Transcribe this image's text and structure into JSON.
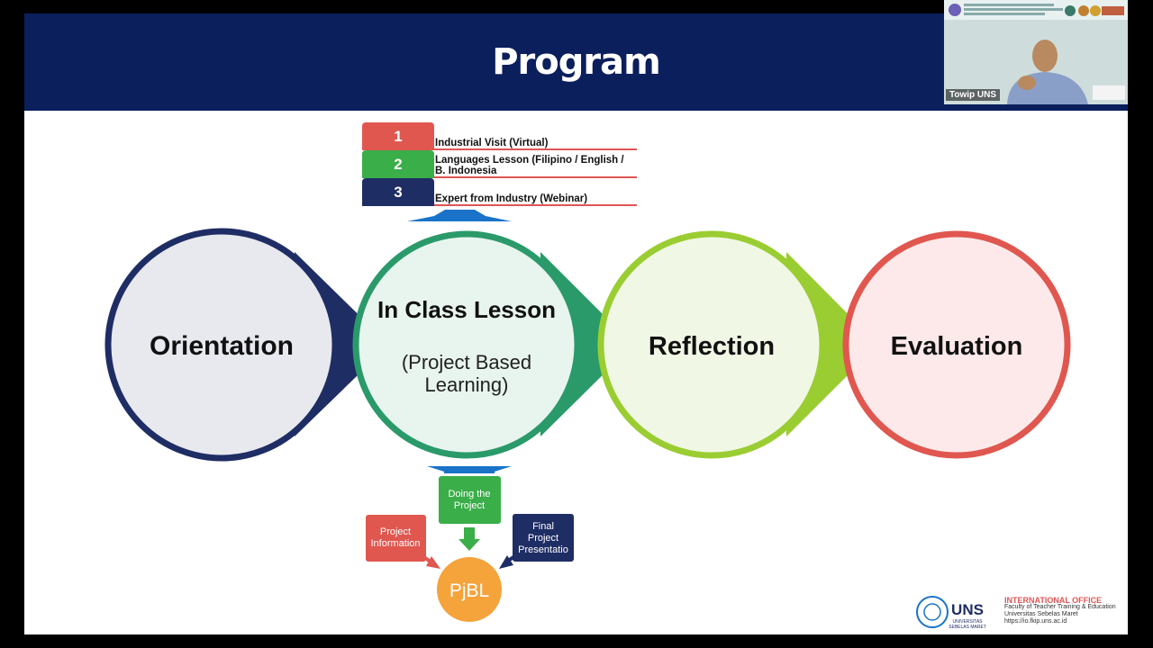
{
  "slide": {
    "title": "Program",
    "steps": [
      {
        "num": "1",
        "label": "Industrial Visit (Virtual)",
        "color": "#e0574f"
      },
      {
        "num": "2",
        "label": "Languages Lesson (Filipino / English / B. Indonesia",
        "color": "#3aae48"
      },
      {
        "num": "3",
        "label": "Expert from Industry (Webinar)",
        "color": "#1f2d65"
      }
    ],
    "phases": [
      {
        "title": "Orientation",
        "border": "#1f2d65",
        "fill": "#e8e9ee"
      },
      {
        "title": "In Class Lesson",
        "subtitle_line1": "(Project Based",
        "subtitle_line2": "Learning)",
        "border": "#2a9a6a",
        "fill": "#e8f4ee"
      },
      {
        "title": "Reflection",
        "border": "#9acd32",
        "fill": "#f0f7e4"
      },
      {
        "title": "Evaluation",
        "border": "#e0574f",
        "fill": "#fde9e9"
      }
    ],
    "pjbl": {
      "doing_line1": "Doing the",
      "doing_line2": "Project",
      "info_line1": "Project",
      "info_line2": "Information",
      "final_line1": "Final",
      "final_line2": "Project",
      "final_line3": "Presentatio",
      "center": "PjBL"
    },
    "logo": {
      "uns": "UNS",
      "uns_sub1": "UNIVERSITAS",
      "uns_sub2": "SEBELAS MARET",
      "office": "INTERNATIONAL OFFICE",
      "faculty": "Faculty of Teacher Training & Education",
      "university": "Universitas Sebelas Maret",
      "url": "https://io.fkip.uns.ac.id"
    }
  },
  "video": {
    "participant_name": "Towip UNS"
  }
}
